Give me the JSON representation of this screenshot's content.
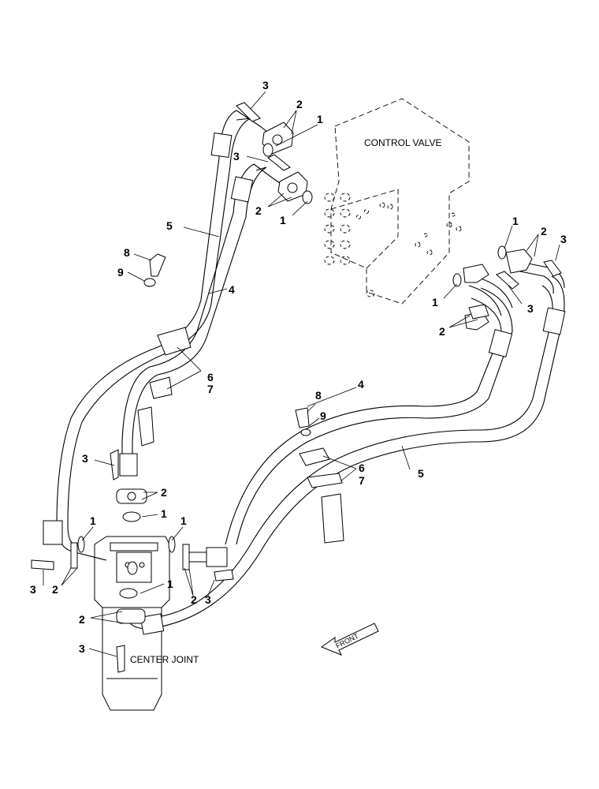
{
  "labels": {
    "control_valve": "CONTROL VALVE",
    "center_joint": "CENTER JOINT",
    "front": "FRONT"
  },
  "callouts": [
    {
      "id": "c1",
      "text": "3"
    },
    {
      "id": "c2",
      "text": "2"
    },
    {
      "id": "c3",
      "text": "1"
    },
    {
      "id": "c4",
      "text": "3"
    },
    {
      "id": "c5",
      "text": "2"
    },
    {
      "id": "c6",
      "text": "1"
    },
    {
      "id": "c7",
      "text": "5"
    },
    {
      "id": "c8",
      "text": "8"
    },
    {
      "id": "c9",
      "text": "9"
    },
    {
      "id": "c10",
      "text": "4"
    },
    {
      "id": "c11",
      "text": "1"
    },
    {
      "id": "c12",
      "text": "2"
    },
    {
      "id": "c13",
      "text": "3"
    },
    {
      "id": "c14",
      "text": "1"
    },
    {
      "id": "c15",
      "text": "3"
    },
    {
      "id": "c16",
      "text": "2"
    },
    {
      "id": "c17",
      "text": "6"
    },
    {
      "id": "c18",
      "text": "7"
    },
    {
      "id": "c19",
      "text": "4"
    },
    {
      "id": "c20",
      "text": "8"
    },
    {
      "id": "c21",
      "text": "9"
    },
    {
      "id": "c22",
      "text": "3"
    },
    {
      "id": "c23",
      "text": "2"
    },
    {
      "id": "c24",
      "text": "1"
    },
    {
      "id": "c25",
      "text": "6"
    },
    {
      "id": "c26",
      "text": "7"
    },
    {
      "id": "c27",
      "text": "5"
    },
    {
      "id": "c28",
      "text": "1"
    },
    {
      "id": "c29",
      "text": "1"
    },
    {
      "id": "c30",
      "text": "3"
    },
    {
      "id": "c31",
      "text": "2"
    },
    {
      "id": "c32",
      "text": "2"
    },
    {
      "id": "c33",
      "text": "3"
    },
    {
      "id": "c34",
      "text": "1"
    },
    {
      "id": "c35",
      "text": "2"
    },
    {
      "id": "c36",
      "text": "3"
    }
  ]
}
